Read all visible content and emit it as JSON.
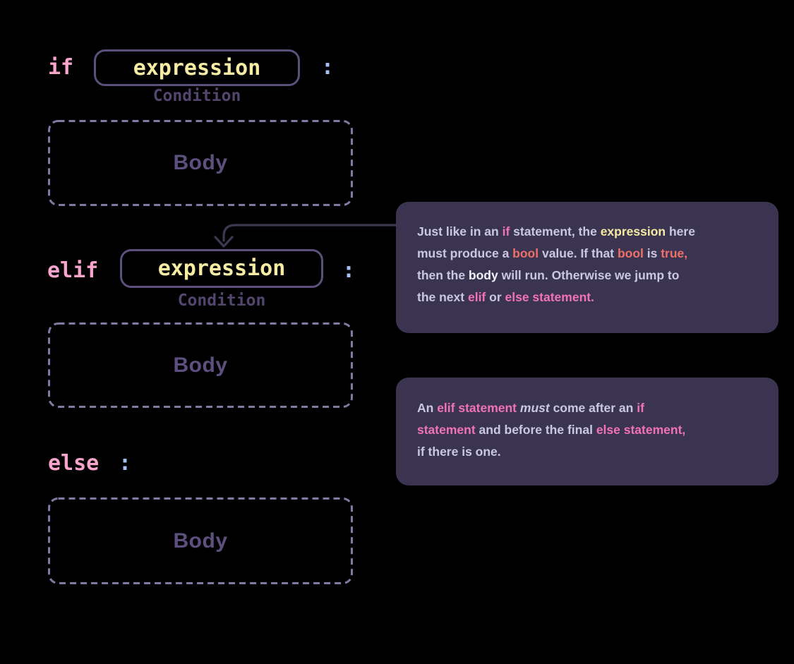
{
  "diagram": {
    "if_row": {
      "keyword": "if",
      "expression": "expression",
      "colon": ":",
      "condition_label": "Condition"
    },
    "elif_row": {
      "keyword": "elif",
      "expression": "expression",
      "colon": ":",
      "condition_label": "Condition"
    },
    "else_row": {
      "keyword": "else",
      "colon": ":"
    },
    "bodies": {
      "if_body": "Body",
      "elif_body": "Body",
      "else_body": "Body"
    }
  },
  "callouts": {
    "expression_note": {
      "lines": [
        {
          "segments": [
            {
              "text": "Just like in an ",
              "style": "base"
            },
            {
              "text": "if",
              "style": "pink"
            },
            {
              "text": " statement, the ",
              "style": "base"
            },
            {
              "text": "expression",
              "style": "yellow"
            },
            {
              "text": " here",
              "style": "base"
            }
          ]
        },
        {
          "segments": [
            {
              "text": "must produce a ",
              "style": "base"
            },
            {
              "text": "bool",
              "style": "red"
            },
            {
              "text": " value. If that ",
              "style": "base"
            },
            {
              "text": "bool",
              "style": "red"
            },
            {
              "text": " is ",
              "style": "base"
            },
            {
              "text": "true,",
              "style": "red"
            }
          ]
        },
        {
          "segments": [
            {
              "text": "then the ",
              "style": "base"
            },
            {
              "text": "body",
              "style": "white"
            },
            {
              "text": " will run. Otherwise we jump to",
              "style": "base"
            }
          ]
        },
        {
          "segments": [
            {
              "text": "the next ",
              "style": "base"
            },
            {
              "text": "elif",
              "style": "pink"
            },
            {
              "text": " or ",
              "style": "base"
            },
            {
              "text": "else statement.",
              "style": "pink"
            }
          ]
        }
      ]
    },
    "elif_note": {
      "lines": [
        {
          "segments": [
            {
              "text": "An ",
              "style": "base"
            },
            {
              "text": "elif statement",
              "style": "pink"
            },
            {
              "text": " ",
              "style": "base"
            },
            {
              "text": "must",
              "style": "italic"
            },
            {
              "text": " come after an ",
              "style": "base"
            },
            {
              "text": "if",
              "style": "pink"
            }
          ]
        },
        {
          "segments": [
            {
              "text": "statement",
              "style": "pink"
            },
            {
              "text": " and before the final ",
              "style": "base"
            },
            {
              "text": "else statement,",
              "style": "pink"
            }
          ]
        },
        {
          "segments": [
            {
              "text": "if there is one.",
              "style": "base"
            }
          ]
        }
      ]
    }
  },
  "colors": {
    "background": "#000000",
    "keyword_pink": "#f8a4cd",
    "expression_yellow": "#f7eca4",
    "colon_blue": "#a6c1f5",
    "expression_box_border": "#5c4f7c",
    "condition_label": "#52466e",
    "body_box_border": "#8478a2",
    "body_text": "#5d5080",
    "arrow": "#3e3750",
    "callout_background": "#3b3451",
    "callout_text": "#c8c8e2",
    "callout_pink": "#f173b6",
    "callout_yellow": "#f6e9a3",
    "callout_red": "#ed7168",
    "callout_white": "#f0f1fb"
  }
}
